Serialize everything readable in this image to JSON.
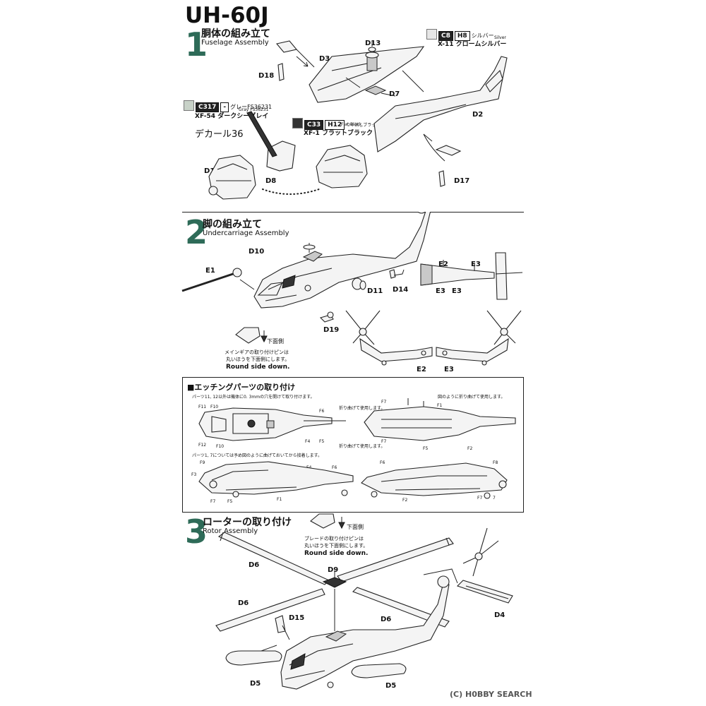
{
  "title": "UH-60J",
  "step1": {
    "num": "1",
    "title_jp": "胴体の組み立て",
    "title_en": "Fuselage Assembly",
    "parts": [
      "D3",
      "D13",
      "D18",
      "D7",
      "D2",
      "D1",
      "D8",
      "D17"
    ],
    "decal": "デカール36",
    "paint_silver": {
      "c": "C8",
      "h": "H8",
      "jp": "シルバー",
      "en": "Silver",
      "x": "X-11 クロームシルバー"
    },
    "paint_gray": {
      "c": "C317",
      "h": "-",
      "jp": "グレーFS36231",
      "en": "Gray FS36231",
      "x": "XF-54 ダークシーグレイ"
    },
    "paint_black": {
      "c": "C33",
      "h": "H12",
      "jp": "つや消しブラック",
      "en": "Flat Black",
      "x": "XF-1 フラットブラック"
    }
  },
  "step2": {
    "num": "2",
    "title_jp": "脚の組み立て",
    "title_en": "Undercarriage Assembly",
    "parts": [
      "D10",
      "E1",
      "D11",
      "D14",
      "D19",
      "E2",
      "E3",
      "E3",
      "E3",
      "E2",
      "E3"
    ],
    "down_side": "下面側",
    "note_jp1": "メインギアの取り付けピンは",
    "note_jp2": "丸いほうを下面側にします。",
    "note_en": "Round side down."
  },
  "etching": {
    "title": "■エッチングパーツの取り付け",
    "note1": "パーツ11, 12以外は機体に0. 3mmの穴を開けて取り付けます。",
    "note2": "パーツ1, 7については予め図のように曲げておいてから接着します。",
    "fold1": "折り曲げて使用します。",
    "fold2": "折り曲げて使用します。",
    "fold3": "図のように折り曲げて使用します。",
    "labels": [
      "F11",
      "F10",
      "F12",
      "F10",
      "F6",
      "F4",
      "F5",
      "F7",
      "F1",
      "F7",
      "F5",
      "F2",
      "F9",
      "F3",
      "F4",
      "F6",
      "F7",
      "F5",
      "F1",
      "F6",
      "F2",
      "F8",
      "F7",
      "7"
    ]
  },
  "step3": {
    "num": "3",
    "title_jp": "ローターの取り付け",
    "title_en": "Rotor Assembly",
    "down_side": "下面側",
    "note_jp1": "ブレードの取り付けピンは",
    "note_jp2": "丸いほうを下面側にします。",
    "note_en": "Round side down.",
    "parts": [
      "D9",
      "D6",
      "D6",
      "D6",
      "D15",
      "D4",
      "D5",
      "D5"
    ]
  },
  "footer": {
    "copyright": "(C)",
    "brand": "H0BBY",
    "search": "SEARCH"
  }
}
